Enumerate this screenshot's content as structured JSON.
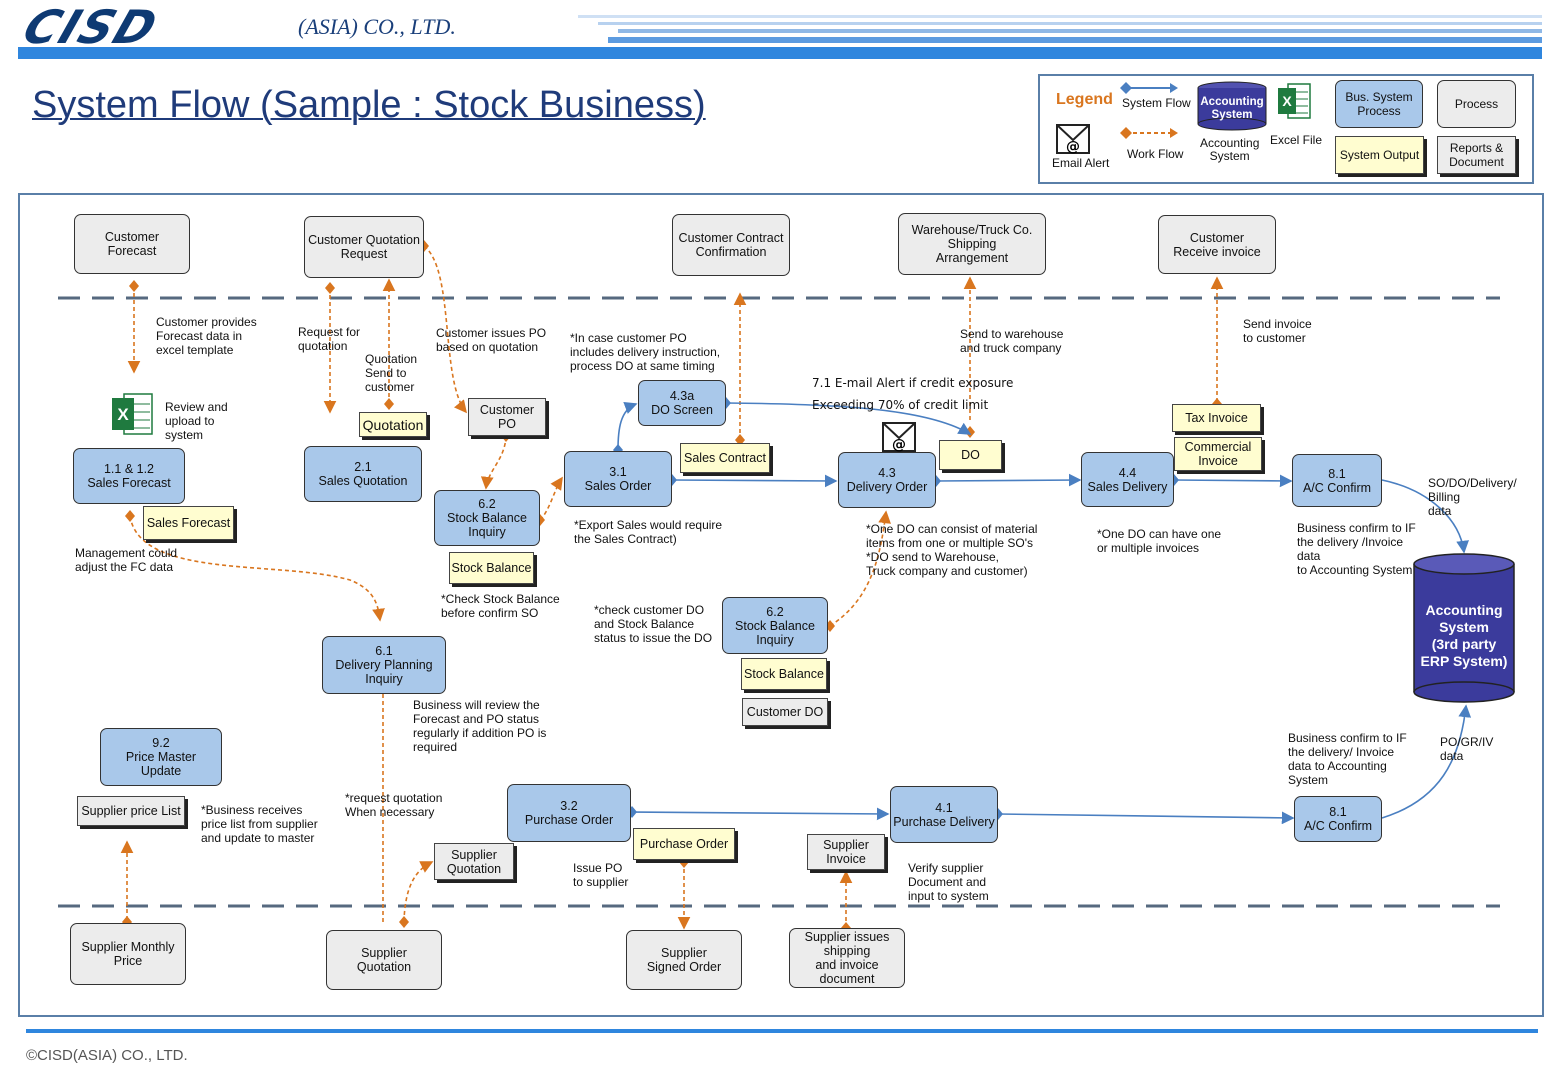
{
  "header": {
    "logo_text": "CISD",
    "company": "(ASIA) CO., LTD.",
    "title": "System Flow (Sample : Stock Business)"
  },
  "legend": {
    "title": "Legend",
    "system_flow": "System Flow",
    "work_flow": "Work Flow",
    "accounting_system_db": "Accounting\nSystem",
    "accounting_system_caption": "Accounting\nSystem",
    "excel_file": "Excel File",
    "email_alert": "Email Alert",
    "bus_system_process": "Bus. System\nProcess",
    "process": "Process",
    "system_output": "System Output",
    "reports_document": "Reports &\nDocument"
  },
  "colors": {
    "brand_blue": "#0e3a73",
    "system_flow": "#4a7fc1",
    "work_flow": "#d9761f",
    "process_fill": "#ececec",
    "bus_process_fill": "#a9c8ea",
    "output_fill": "#fffdd0",
    "db_fill": "#3b3b9c"
  },
  "top_actors": {
    "customer_forecast": "Customer\nForecast",
    "customer_quotation_request": "Customer Quotation\nRequest",
    "customer_contract_confirmation": "Customer Contract\nConfirmation",
    "warehouse_shipping": "Warehouse/Truck Co.\nShipping\nArrangement",
    "customer_receive_invoice": "Customer\nReceive invoice"
  },
  "bottom_actors": {
    "supplier_monthly_price": "Supplier Monthly\nPrice",
    "supplier_quotation": "Supplier\nQuotation",
    "supplier_signed_order": "Supplier\nSigned Order",
    "supplier_issues_shipping": "Supplier issues\nshipping\nand invoice document"
  },
  "processes": {
    "p11": "1.1 & 1.2\nSales Forecast",
    "p21": "2.1\nSales Quotation",
    "p62a": "6.2\nStock Balance\nInquiry",
    "p31": "3.1\nSales Order",
    "p43a": "4.3a\nDO Screen",
    "p43": "4.3\nDelivery Order",
    "p44": "4.4\nSales Delivery",
    "p81a": "8.1\nA/C Confirm",
    "p62b": "6.2\nStock Balance\nInquiry",
    "p61": "6.1\nDelivery Planning\nInquiry",
    "p92": "9.2\nPrice Master\nUpdate",
    "p32": "3.2\nPurchase Order",
    "p41": "4.1\nPurchase Delivery",
    "p81b": "8.1\nA/C Confirm"
  },
  "outputs": {
    "quotation": "Quotation",
    "customer_po": "Customer\nPO",
    "sales_forecast": "Sales Forecast",
    "stock_balance_a": "Stock Balance",
    "sales_contract": "Sales Contract",
    "do": "DO",
    "tax_invoice": "Tax Invoice",
    "commercial_invoice": "Commercial\nInvoice",
    "stock_balance_b": "Stock Balance",
    "customer_do": "Customer DO",
    "supplier_price_list": "Supplier price List",
    "supplier_quotation_doc": "Supplier\nQuotation",
    "purchase_order": "Purchase Order",
    "supplier_invoice": "Supplier\nInvoice"
  },
  "database": "Accounting\nSystem\n(3rd party\nERP System)",
  "notes": {
    "n1": "Customer provides\nForecast data in\nexcel template",
    "n2": "Request  for\nquotation",
    "n3": "Quotation\nSend to\ncustomer",
    "n4": "Customer issues PO\nbased on quotation",
    "n5": "*In case customer PO\nincludes delivery instruction,\nprocess DO at same timing",
    "n6": "Send to warehouse\nand  truck company",
    "n7": "Send invoice\nto customer",
    "n8": "Review   and\nupload to\nsystem",
    "n9": "7.1 E-mail Alert if credit exposure",
    "n10": "Exceeding 70% of credit limit",
    "n11": "*Export Sales would require\nthe Sales Contract)",
    "n12": "*One DO can consist of material\nitems from one or multiple SO's\n*DO send to Warehouse,\nTruck company and customer)",
    "n13": "*One DO can have one\nor multiple invoices",
    "n14": "SO/DO/Delivery/\nBilling\ndata",
    "n15": "Business confirm  to IF\nthe  delivery /Invoice\ndata\nto Accounting System",
    "n16": "Management  could\nadjust the FC data",
    "n17": "*Check Stock Balance\nbefore confirm SO",
    "n18": "*check customer DO\nand Stock Balance\nstatus to issue the DO",
    "n19": "Business will review the\nForecast  and PO status\nregularly if addition PO is\nrequired",
    "n20": "Business confirm to IF\nthe delivery/ Invoice\ndata to Accounting\nSystem",
    "n21": "PO/GR/IV\ndata",
    "n22": "*Business receives\nprice  list from supplier\nand update to master",
    "n23": "*request quotation\nWhen necessary",
    "n24": "Issue PO\nto supplier",
    "n25": "Verify supplier\nDocument  and\ninput to system"
  },
  "footer": "©CISD(ASIA) CO., LTD."
}
